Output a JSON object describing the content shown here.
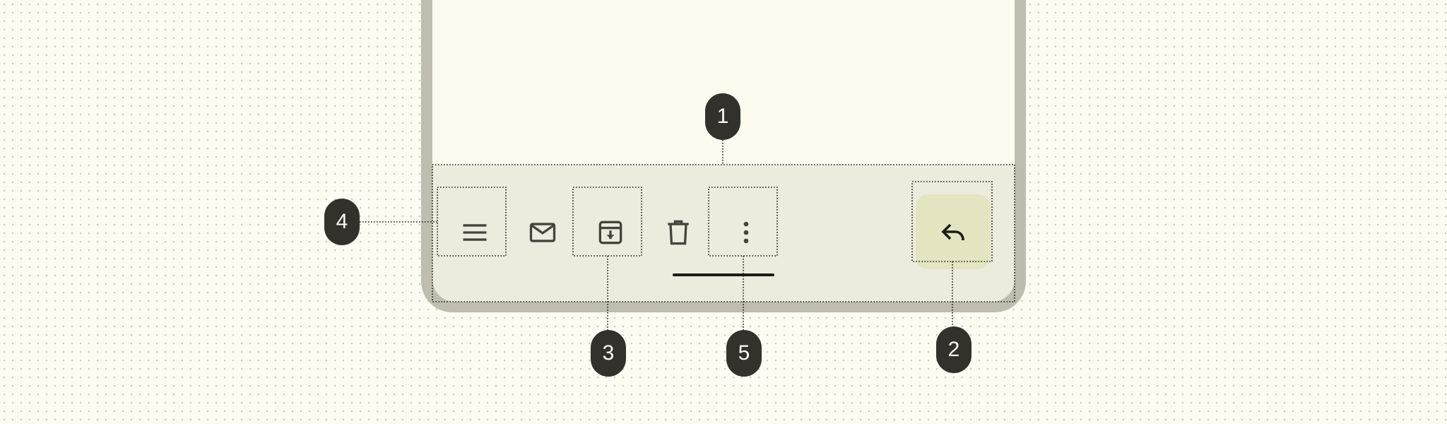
{
  "colors": {
    "background": "#fdfcf2",
    "frame": "#bebdb0",
    "screen": "#fdfbef",
    "bottom_bar": "#ecebdd",
    "fab": "#e5e4c0",
    "icon": "#45443c",
    "badge": "#32312b",
    "badge_text": "#fdfcf2"
  },
  "bottom_bar": {
    "actions": [
      {
        "icon": "menu-icon"
      },
      {
        "icon": "mail-icon"
      },
      {
        "icon": "archive-icon"
      },
      {
        "icon": "delete-icon"
      },
      {
        "icon": "more-vert-icon"
      }
    ],
    "fab": {
      "icon": "reply-icon"
    }
  },
  "callouts": [
    {
      "label": "1",
      "target": "bottom-app-bar-container"
    },
    {
      "label": "2",
      "target": "fab-reply"
    },
    {
      "label": "3",
      "target": "action-archive"
    },
    {
      "label": "4",
      "target": "action-menu"
    },
    {
      "label": "5",
      "target": "action-overflow"
    }
  ]
}
